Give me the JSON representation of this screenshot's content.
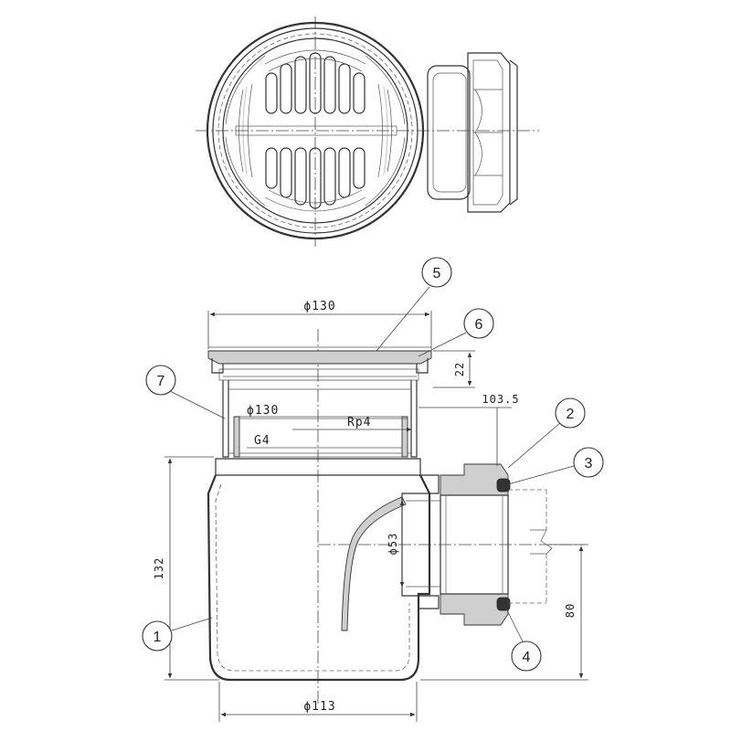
{
  "drawing": {
    "dimensions": {
      "top_diameter": "ϕ130",
      "flange_height": "22",
      "outlet_offset": "103.5",
      "inner_diameter": "ϕ130",
      "thread_rp": "Rp4",
      "thread_g": "G4",
      "outlet_diameter": "ϕ53",
      "body_height": "132",
      "outlet_height": "80",
      "base_diameter": "ϕ113"
    },
    "callouts": [
      "1",
      "2",
      "3",
      "4",
      "5",
      "6",
      "7"
    ]
  }
}
